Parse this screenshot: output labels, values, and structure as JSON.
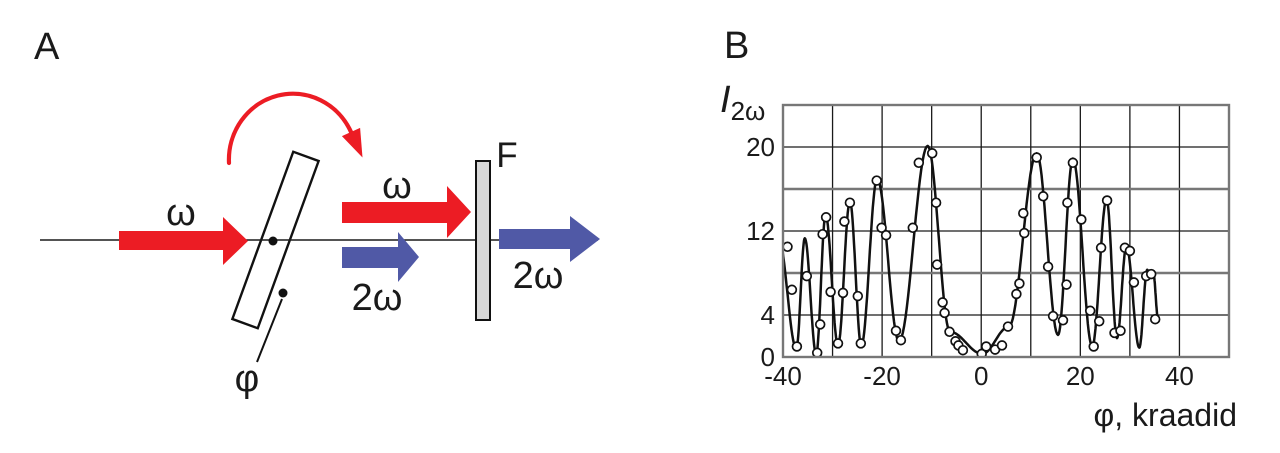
{
  "panel_a": {
    "label": "A",
    "input_beam_label": "ω",
    "output_fundamental_label": "ω",
    "generated_sh_label": "2ω",
    "filtered_sh_label": "2ω",
    "filter_label": "F",
    "rotation_angle_label": "φ",
    "colors": {
      "fundamental_red": "#EC1C24",
      "second_harmonic_blue": "#5059A6",
      "filter_gray": "#D8D8D8"
    }
  },
  "panel_b": {
    "label": "B",
    "y_axis_label_main": "I",
    "y_axis_label_sub": "2ω",
    "x_axis_label": "φ, kraadid"
  },
  "chart_data": {
    "type": "scatter",
    "xlabel": "φ, kraadid",
    "ylabel": "I2ω",
    "xlim": [
      -40,
      50
    ],
    "ylim": [
      0,
      24
    ],
    "x_grid_step": 10,
    "y_grid_step": 4,
    "grid": true,
    "legend": false,
    "x_tick_labels": [
      -40,
      -20,
      0,
      20,
      40
    ],
    "y_tick_labels": [
      0,
      4,
      12,
      20
    ],
    "curve_extrema": [
      [
        -40.9,
        11.3
      ],
      [
        -37.3,
        0.8
      ],
      [
        -35.6,
        11.3
      ],
      [
        -33.3,
        0.3
      ],
      [
        -31.4,
        13.5
      ],
      [
        -28.9,
        1.1
      ],
      [
        -26.5,
        14.8
      ],
      [
        -24.2,
        1.1
      ],
      [
        -21.0,
        17.0
      ],
      [
        -16.6,
        1.5
      ],
      [
        -10.8,
        20.1
      ],
      [
        -6.3,
        2.4
      ],
      [
        0.2,
        0.3
      ],
      [
        5.6,
        2.9
      ],
      [
        11.2,
        19.4
      ],
      [
        15.5,
        2.1
      ],
      [
        18.5,
        18.9
      ],
      [
        22.4,
        1.0
      ],
      [
        25.3,
        15.0
      ],
      [
        27.4,
        1.8
      ],
      [
        29.3,
        10.6
      ],
      [
        31.9,
        0.9
      ],
      [
        33.5,
        8.3
      ],
      [
        34.1,
        7.6
      ],
      [
        34.7,
        8.1
      ],
      [
        35.7,
        3.6
      ]
    ],
    "points": [
      [
        -39.1,
        10.5
      ],
      [
        -38.2,
        6.4
      ],
      [
        -37.2,
        1.0
      ],
      [
        -35.2,
        7.7
      ],
      [
        -33.1,
        0.4
      ],
      [
        -32.5,
        3.1
      ],
      [
        -32.0,
        11.7
      ],
      [
        -31.3,
        13.3
      ],
      [
        -30.4,
        6.2
      ],
      [
        -28.9,
        1.3
      ],
      [
        -27.9,
        6.1
      ],
      [
        -27.6,
        12.9
      ],
      [
        -26.5,
        14.7
      ],
      [
        -24.9,
        5.8
      ],
      [
        -24.3,
        1.3
      ],
      [
        -21.1,
        16.8
      ],
      [
        -20.1,
        12.3
      ],
      [
        -19.2,
        11.6
      ],
      [
        -17.2,
        2.5
      ],
      [
        -16.2,
        1.6
      ],
      [
        -13.8,
        12.3
      ],
      [
        -12.6,
        18.5
      ],
      [
        -9.9,
        19.4
      ],
      [
        -9.1,
        14.7
      ],
      [
        -8.9,
        8.8
      ],
      [
        -7.8,
        5.2
      ],
      [
        -7.4,
        4.2
      ],
      [
        -6.4,
        2.4
      ],
      [
        -5.2,
        1.5
      ],
      [
        -4.6,
        1.1
      ],
      [
        -3.7,
        0.65
      ],
      [
        0.1,
        0.3
      ],
      [
        1.0,
        1.0
      ],
      [
        2.8,
        0.7
      ],
      [
        4.2,
        1.1
      ],
      [
        5.4,
        2.9
      ],
      [
        7.1,
        6.0
      ],
      [
        7.7,
        7.0
      ],
      [
        8.5,
        13.7
      ],
      [
        8.7,
        11.8
      ],
      [
        11.2,
        19.0
      ],
      [
        12.5,
        15.3
      ],
      [
        13.5,
        8.6
      ],
      [
        14.5,
        3.9
      ],
      [
        16.5,
        3.5
      ],
      [
        17.2,
        6.9
      ],
      [
        17.4,
        14.7
      ],
      [
        18.5,
        18.5
      ],
      [
        20.2,
        13.1
      ],
      [
        22.0,
        4.4
      ],
      [
        22.7,
        1.0
      ],
      [
        23.8,
        3.4
      ],
      [
        24.2,
        10.4
      ],
      [
        25.4,
        14.9
      ],
      [
        26.9,
        2.3
      ],
      [
        28.1,
        2.5
      ],
      [
        29.0,
        10.4
      ],
      [
        30.0,
        10.1
      ],
      [
        30.8,
        7.1
      ],
      [
        33.3,
        7.7
      ],
      [
        34.3,
        7.9
      ],
      [
        35.1,
        3.6
      ]
    ]
  }
}
